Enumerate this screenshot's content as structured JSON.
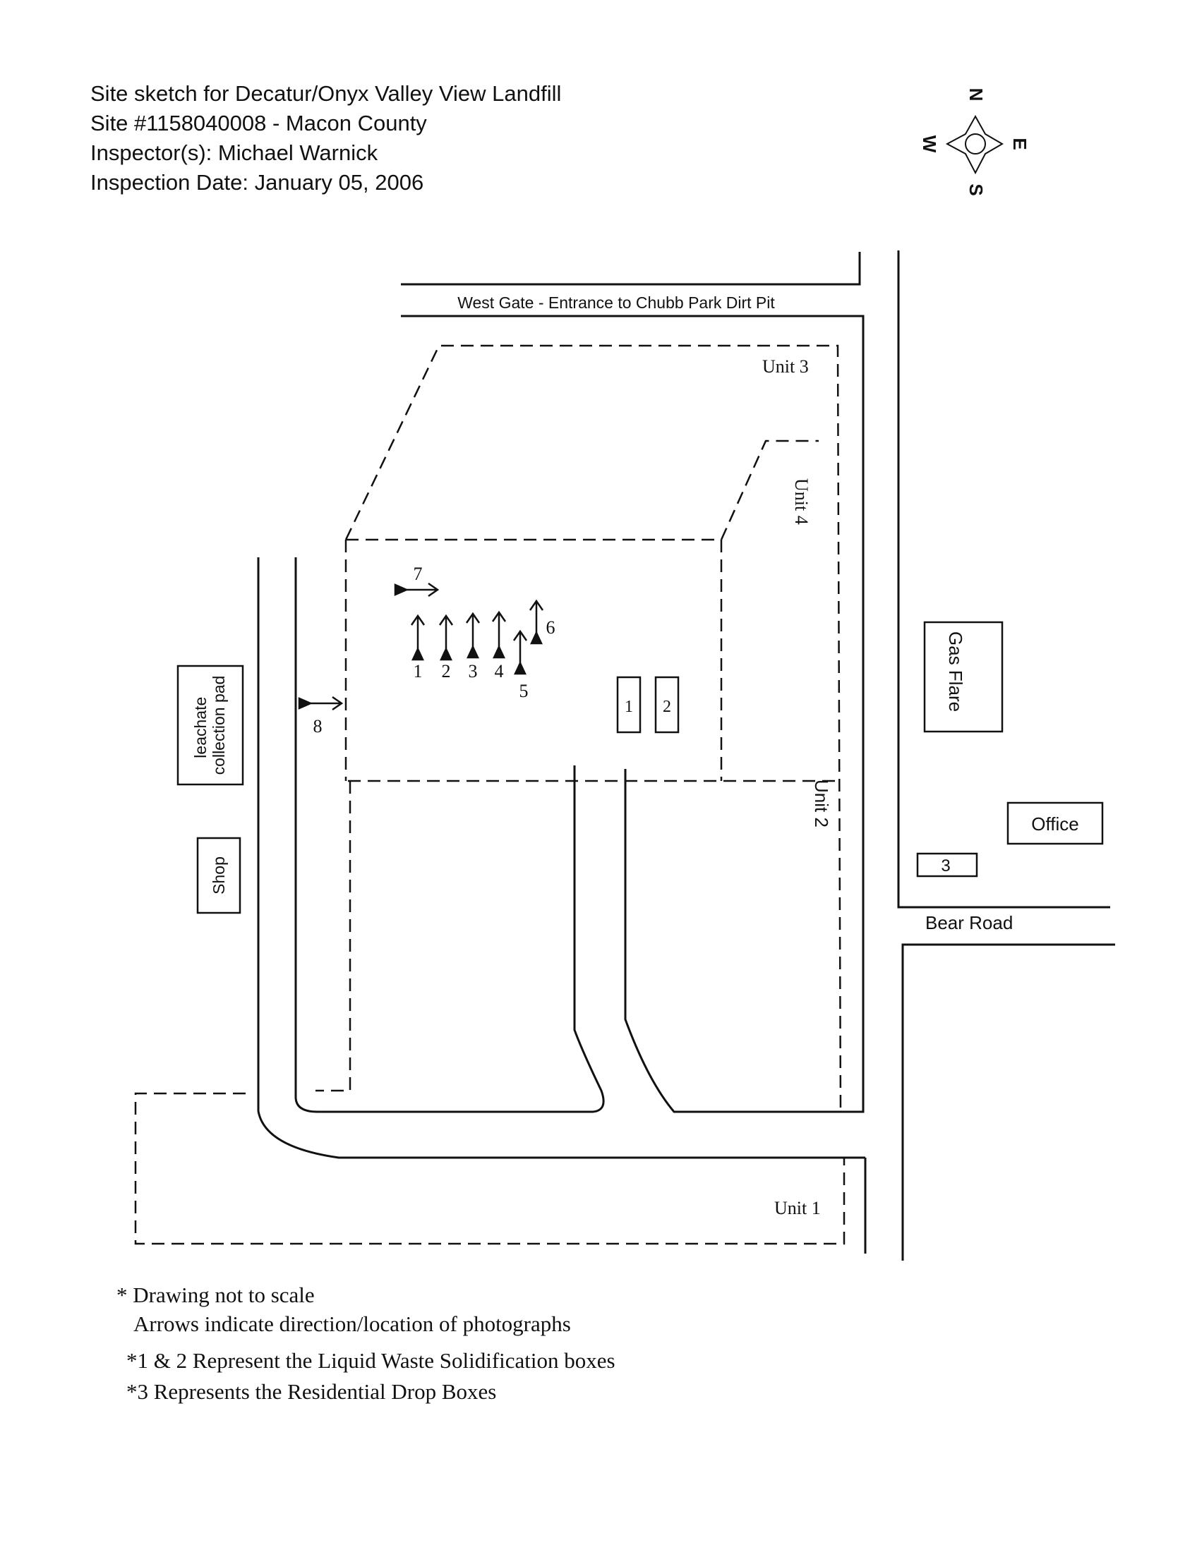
{
  "header": {
    "line1": "Site sketch for Decatur/Onyx Valley View Landfill",
    "line2": "Site #1158040008 - Macon County",
    "line3": "Inspector(s): Michael Warnick",
    "line4": "Inspection Date: January 05, 2006"
  },
  "compass": {
    "n": "N",
    "s": "S",
    "e": "E",
    "w": "W"
  },
  "map": {
    "west_gate": "West Gate - Entrance to Chubb Park Dirt Pit",
    "unit1": "Unit 1",
    "unit2": "Unit 2",
    "unit3": "Unit 3",
    "unit4": "Unit 4",
    "gas_flare": "Gas Flare",
    "office": "Office",
    "box3": "3",
    "bear_road": "Bear Road",
    "leachate_line1": "leachate",
    "leachate_line2": "collection pad",
    "shop": "Shop",
    "box1": "1",
    "box2": "2",
    "photos": [
      "1",
      "2",
      "3",
      "4",
      "5",
      "6",
      "7",
      "8"
    ]
  },
  "notes": {
    "line1": "* Drawing not to scale",
    "line2": "Arrows indicate direction/location of photographs",
    "line3": "*1 & 2 Represent the Liquid Waste Solidification boxes",
    "line4": "*3 Represents the Residential Drop Boxes"
  }
}
